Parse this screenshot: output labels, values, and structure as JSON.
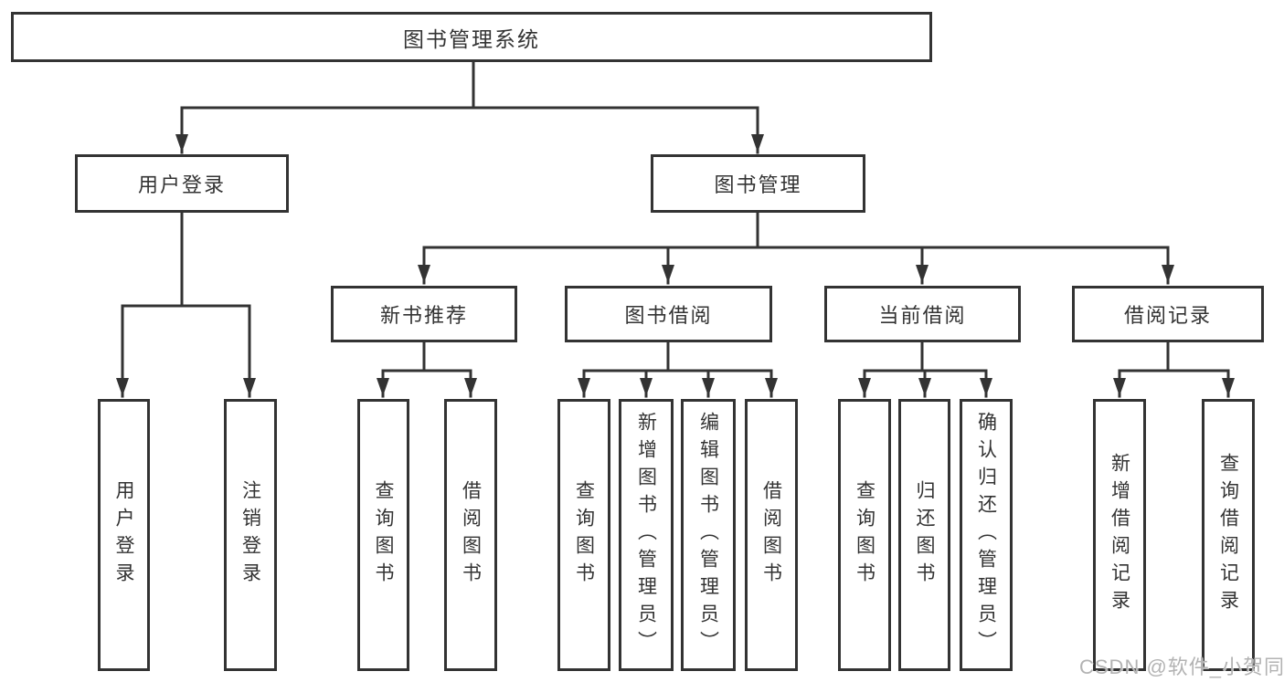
{
  "diagram": {
    "root": "图书管理系统",
    "level2": {
      "user_login": "用户登录",
      "book_management": "图书管理"
    },
    "level3": {
      "new_book_recommend": "新书推荐",
      "book_borrowing": "图书借阅",
      "current_borrowing": "当前借阅",
      "borrowing_records": "借阅记录"
    },
    "leaves": {
      "user_login_children": [
        "用户登录",
        "注销登录"
      ],
      "new_book_children": [
        "查询图书",
        "借阅图书"
      ],
      "borrowing_children": [
        "查询图书",
        "新增图书（管理员）",
        "编辑图书（管理员）",
        "借阅图书"
      ],
      "current_children": [
        "查询图书",
        "归还图书",
        "确认归还（管理员）"
      ],
      "records_children": [
        "新增借阅记录",
        "查询借阅记录"
      ]
    },
    "watermark": "CSDN @软件_小贺同学",
    "colors": {
      "line": "#333333",
      "text": "#333333",
      "watermark_gray": "#b3b3b3",
      "background": "#ffffff"
    }
  }
}
